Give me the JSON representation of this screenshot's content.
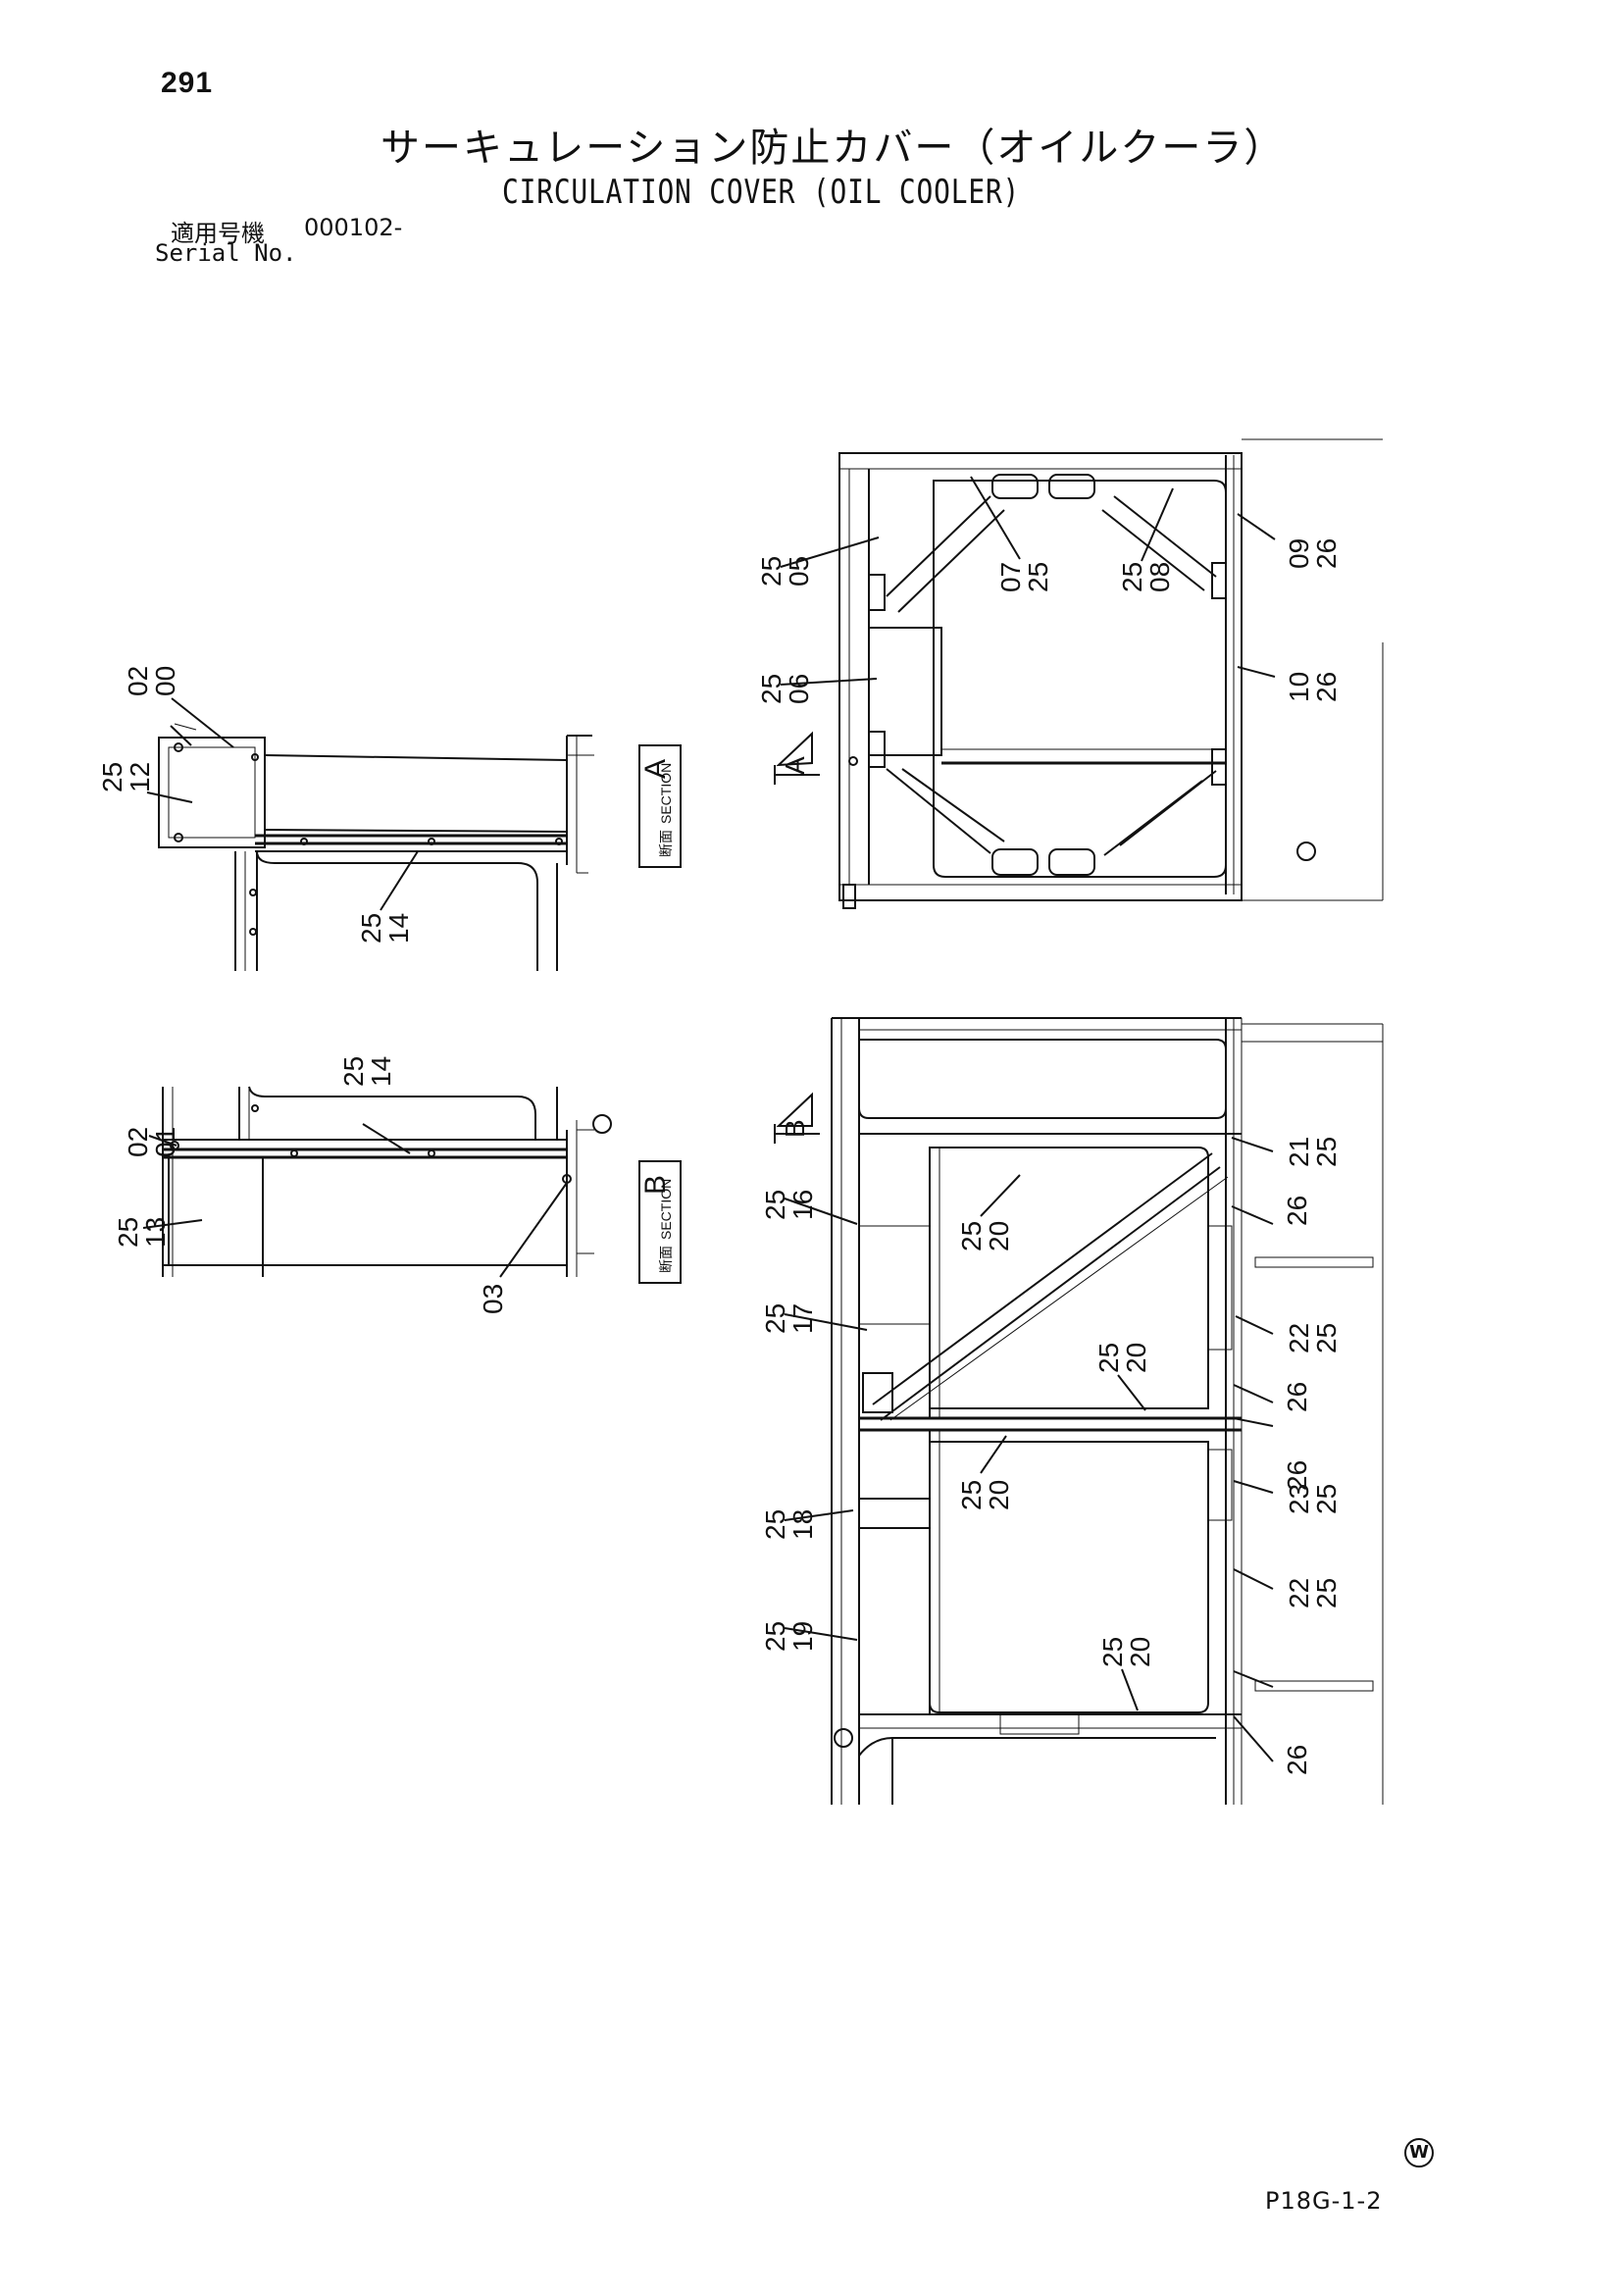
{
  "header": {
    "page_number": "291",
    "title_jp": "サーキュレーション防止カバー（オイルクーラ）",
    "title_en": "CIRCULATION COVER (OIL COOLER)",
    "serial_label_jp": "適用号機",
    "serial_value": "000102-",
    "serial_label_en": "Serial No."
  },
  "footer": {
    "doc_code": "P18G-1-2",
    "circle_mark": "W"
  },
  "section_a": {
    "jp": "断面",
    "word": "SECTION",
    "letter": "A",
    "labels": [
      {
        "id": "02-00",
        "top": "02",
        "bottom": "00"
      },
      {
        "id": "25-12",
        "top": "25",
        "bottom": "12"
      },
      {
        "id": "25-14",
        "top": "25",
        "bottom": "14"
      }
    ]
  },
  "section_b": {
    "jp": "断面",
    "word": "SECTION",
    "letter": "B",
    "labels": [
      {
        "id": "02-01",
        "top": "02",
        "bottom": "01"
      },
      {
        "id": "25-13",
        "top": "25",
        "bottom": "13"
      },
      {
        "id": "25-14b",
        "top": "25",
        "bottom": "14"
      },
      {
        "id": "03",
        "top": "",
        "bottom": "03"
      }
    ]
  },
  "top_view": {
    "view_marker": "A",
    "labels": [
      {
        "id": "25-05",
        "top": "25",
        "bottom": "05"
      },
      {
        "id": "25-06",
        "top": "25",
        "bottom": "06"
      },
      {
        "id": "07-25",
        "top": "07",
        "bottom": "25"
      },
      {
        "id": "25-08",
        "top": "25",
        "bottom": "08"
      },
      {
        "id": "09-26",
        "top": "09",
        "bottom": "26"
      },
      {
        "id": "10-26",
        "top": "10",
        "bottom": "26"
      }
    ]
  },
  "bottom_view": {
    "view_marker": "B",
    "labels": [
      {
        "id": "25-16",
        "top": "25",
        "bottom": "16"
      },
      {
        "id": "25-17",
        "top": "25",
        "bottom": "17"
      },
      {
        "id": "25-18",
        "top": "25",
        "bottom": "18"
      },
      {
        "id": "25-19",
        "top": "25",
        "bottom": "19"
      },
      {
        "id": "25-20a",
        "top": "25",
        "bottom": "20"
      },
      {
        "id": "25-20b",
        "top": "25",
        "bottom": "20"
      },
      {
        "id": "25-20c",
        "top": "25",
        "bottom": "20"
      },
      {
        "id": "25-20d",
        "top": "25",
        "bottom": "20"
      },
      {
        "id": "21-25",
        "top": "21",
        "bottom": "25"
      },
      {
        "id": "22-25a",
        "top": "22",
        "bottom": "25"
      },
      {
        "id": "22-25b",
        "top": "22",
        "bottom": "25"
      },
      {
        "id": "23-25",
        "top": "23",
        "bottom": "25"
      },
      {
        "id": "26a",
        "top": "",
        "bottom": "26"
      },
      {
        "id": "26b",
        "top": "",
        "bottom": "26"
      },
      {
        "id": "26c",
        "top": "",
        "bottom": "26"
      },
      {
        "id": "26d",
        "top": "",
        "bottom": "26"
      }
    ]
  }
}
